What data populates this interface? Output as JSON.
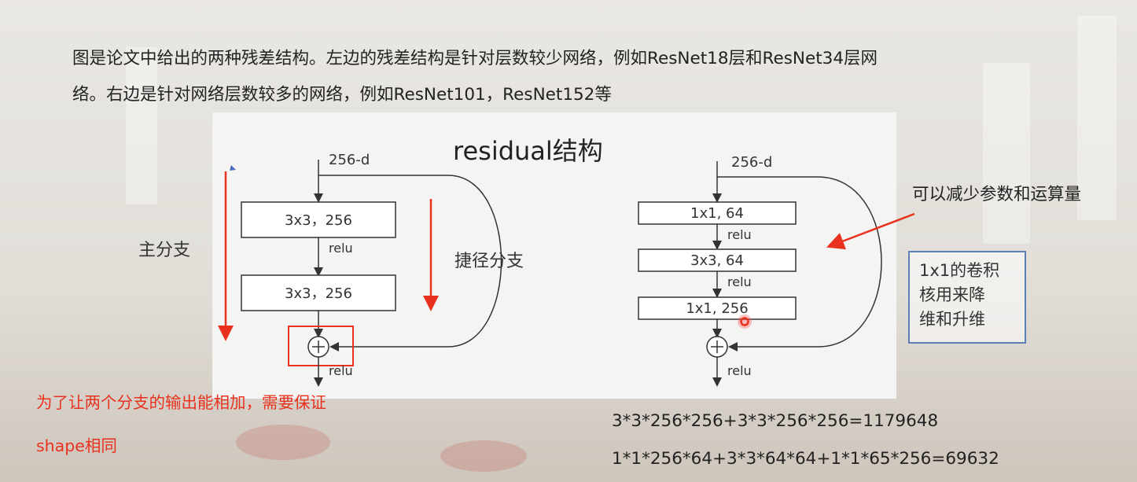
{
  "intro": {
    "line1": "图是论文中给出的两种残差结构。左边的残差结构是针对层数较少网络，例如ResNet18层和ResNet34层网",
    "line2": "络。右边是针对网络层数较多的网络，例如ResNet101，ResNet152等"
  },
  "diagram": {
    "title": "residual结构",
    "left": {
      "input": "256-d",
      "box1": "3x3，256",
      "relu1": "relu",
      "box2": "3x3，256",
      "relu_out": "relu",
      "main_branch_label": "主分支",
      "shortcut_label": "捷径分支"
    },
    "right": {
      "input": "256-d",
      "box1": "1x1, 64",
      "relu1": "relu",
      "box2": "3x3, 64",
      "relu2": "relu",
      "box3": "1x1, 256",
      "relu_out": "relu"
    }
  },
  "annotations": {
    "reduce_params": "可以减少参数和运算量",
    "conv_note": [
      "1x1的卷积",
      "核用来降",
      "维和升维"
    ],
    "shape_note_line1": "为了让两个分支的输出能相加，需要保证",
    "shape_note_line2": "shape相同"
  },
  "formulas": {
    "f1": "3*3*256*256+3*3*256*256=1179648",
    "f2": "1*1*256*64+3*3*64*64+1*1*65*256=69632"
  },
  "colors": {
    "accent_red": "#e8321e",
    "note_border": "#5c7fb5",
    "text": "#222222"
  }
}
